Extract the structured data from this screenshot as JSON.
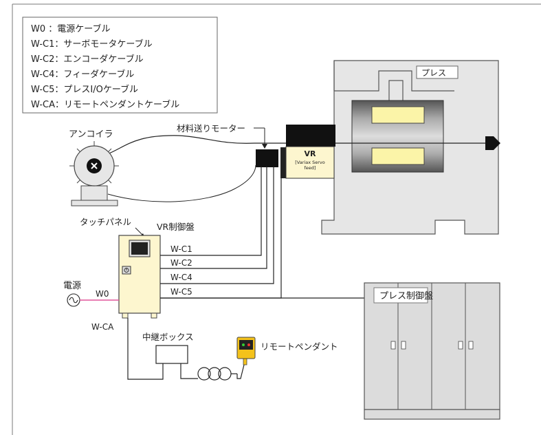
{
  "legend": {
    "lines": [
      "W0 ：電源ケーブル",
      "W-C1：サーボモータケーブル",
      "W-C2：エンコーダケーブル",
      "W-C4：フィーダケーブル",
      "W-C5：プレスI/Oケーブル",
      "W-CA：リモートペンダントケーブル"
    ]
  },
  "labels": {
    "uncoiler": "アンコイラ",
    "feed_motor": "材料送りモーター",
    "press": "プレス",
    "vr_title": "VR",
    "vr_sub1": "[Variax Servo",
    "vr_sub2": "feed]",
    "touch_panel": "タッチパネル",
    "vr_control": "VR制御盤",
    "power": "電源",
    "w0": "W0",
    "wc1": "W-C1",
    "wc2": "W-C2",
    "wc4": "W-C4",
    "wc5": "W-C5",
    "wca": "W-CA",
    "relay_box": "中継ボックス",
    "remote_pendant": "リモートペンダント",
    "press_control": "プレス制御盤"
  },
  "colors": {
    "panel_yellow": "#fdf6cf",
    "press_gray": "#e6e6e6",
    "control_gray": "#dcdcdc",
    "power_line": "#e0559a",
    "pendant_yellow": "#f4c21b"
  }
}
